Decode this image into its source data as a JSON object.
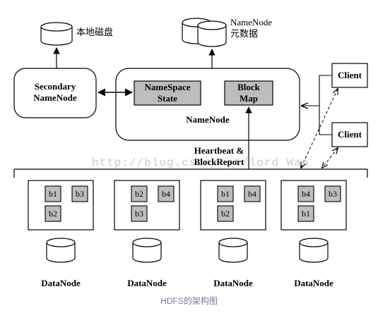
{
  "labels": {
    "local_disk": "本地磁盘",
    "namenode_meta_line1": "NameNode",
    "namenode_meta_line2": "元数据",
    "secondary_line1": "Secondary",
    "secondary_line2": "NameNode",
    "namespace_line1": "NameSpace",
    "namespace_line2": "State",
    "blockmap_line1": "Block",
    "blockmap_line2": "Map",
    "namenode": "NameNode",
    "heartbeat_line1": "Heartbeat &",
    "heartbeat_line2": "BlockReport",
    "client1": "Client",
    "client2": "Client"
  },
  "datanodes": [
    {
      "name": "DataNode",
      "blocks": [
        "b1",
        "b3",
        "b2"
      ]
    },
    {
      "name": "DataNode",
      "blocks": [
        "b2",
        "b4",
        "b3"
      ]
    },
    {
      "name": "DataNode",
      "blocks": [
        "b1",
        "b4",
        "b2"
      ]
    },
    {
      "name": "DataNode",
      "blocks": [
        "b4",
        "b3",
        "b1"
      ]
    }
  ],
  "watermark": "http://blog.csdn.net/lord Wan",
  "caption": "HDFS的架构图",
  "colors": {
    "block_fill": "#bdbdbd",
    "caption": "#7a7a9a"
  }
}
